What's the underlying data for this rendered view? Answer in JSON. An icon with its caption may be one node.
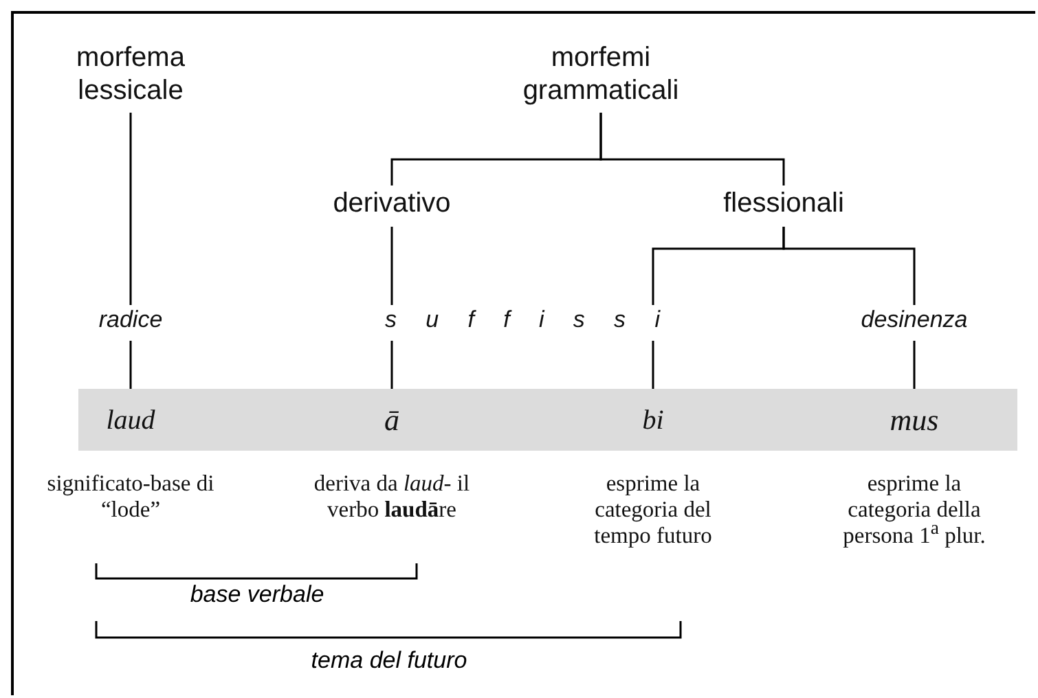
{
  "diagram": {
    "nodes": [
      {
        "text": [
          "morfema lessicale"
        ]
      },
      {
        "text": [
          "morfemi grammaticali"
        ]
      },
      {
        "text": [
          "derivativo"
        ]
      },
      {
        "text": [
          "flessionali"
        ]
      },
      {
        "text": [
          "radice"
        ]
      },
      {
        "text": [
          "s u f f i s s i"
        ]
      },
      {
        "text": [
          "desinenza"
        ]
      },
      {
        "text": [],
        "shape": "bar"
      },
      {
        "text": [
          "laud"
        ],
        "in": 7,
        "beside": [
          "significato-base di “lode”"
        ]
      },
      {
        "text": [
          "ā"
        ],
        "in": 7,
        "beside": [
          "deriva da *laud*- il verbo **laudā**re"
        ]
      },
      {
        "text": [
          "bi"
        ],
        "in": 7,
        "beside": [
          "esprime la categoria del tempo futuro"
        ]
      },
      {
        "text": [
          "mus"
        ],
        "in": 7,
        "beside": [
          "esprime la categoria della persona 1$^{a}$ plur."
        ]
      }
    ],
    "edges": [
      {
        "from": 0,
        "to": 4,
        "arrow": "none"
      },
      {
        "from": 4,
        "to": 8,
        "arrow": "none"
      },
      {
        "from": 1,
        "to": 2,
        "arrow": "none"
      },
      {
        "from": 1,
        "to": 3,
        "arrow": "none"
      },
      {
        "from": 2,
        "to": 5,
        "arrow": "none"
      },
      {
        "from": 3,
        "to": 5,
        "arrow": "none"
      },
      {
        "from": 3,
        "to": 6,
        "arrow": "none"
      },
      {
        "from": 5,
        "to": 9,
        "arrow": "none"
      },
      {
        "from": 5,
        "to": 10,
        "arrow": "none"
      },
      {
        "from": 6,
        "to": 11,
        "arrow": "none"
      }
    ],
    "labels": [
      "base verbale",
      "tema del futuro"
    ]
  }
}
